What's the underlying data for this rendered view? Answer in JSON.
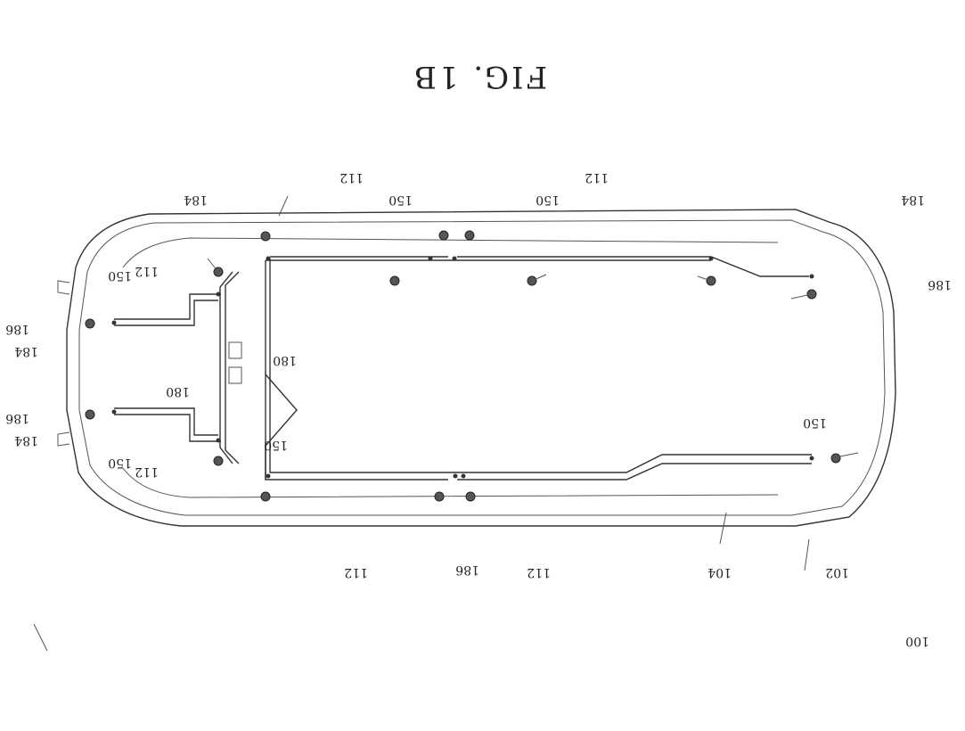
{
  "figure": {
    "title": "FIG. 1B",
    "labels": {
      "l100": "100",
      "l102": "102",
      "l104": "104",
      "l112": "112",
      "l150": "150",
      "l180": "180",
      "l184": "184",
      "l186": "186"
    }
  }
}
